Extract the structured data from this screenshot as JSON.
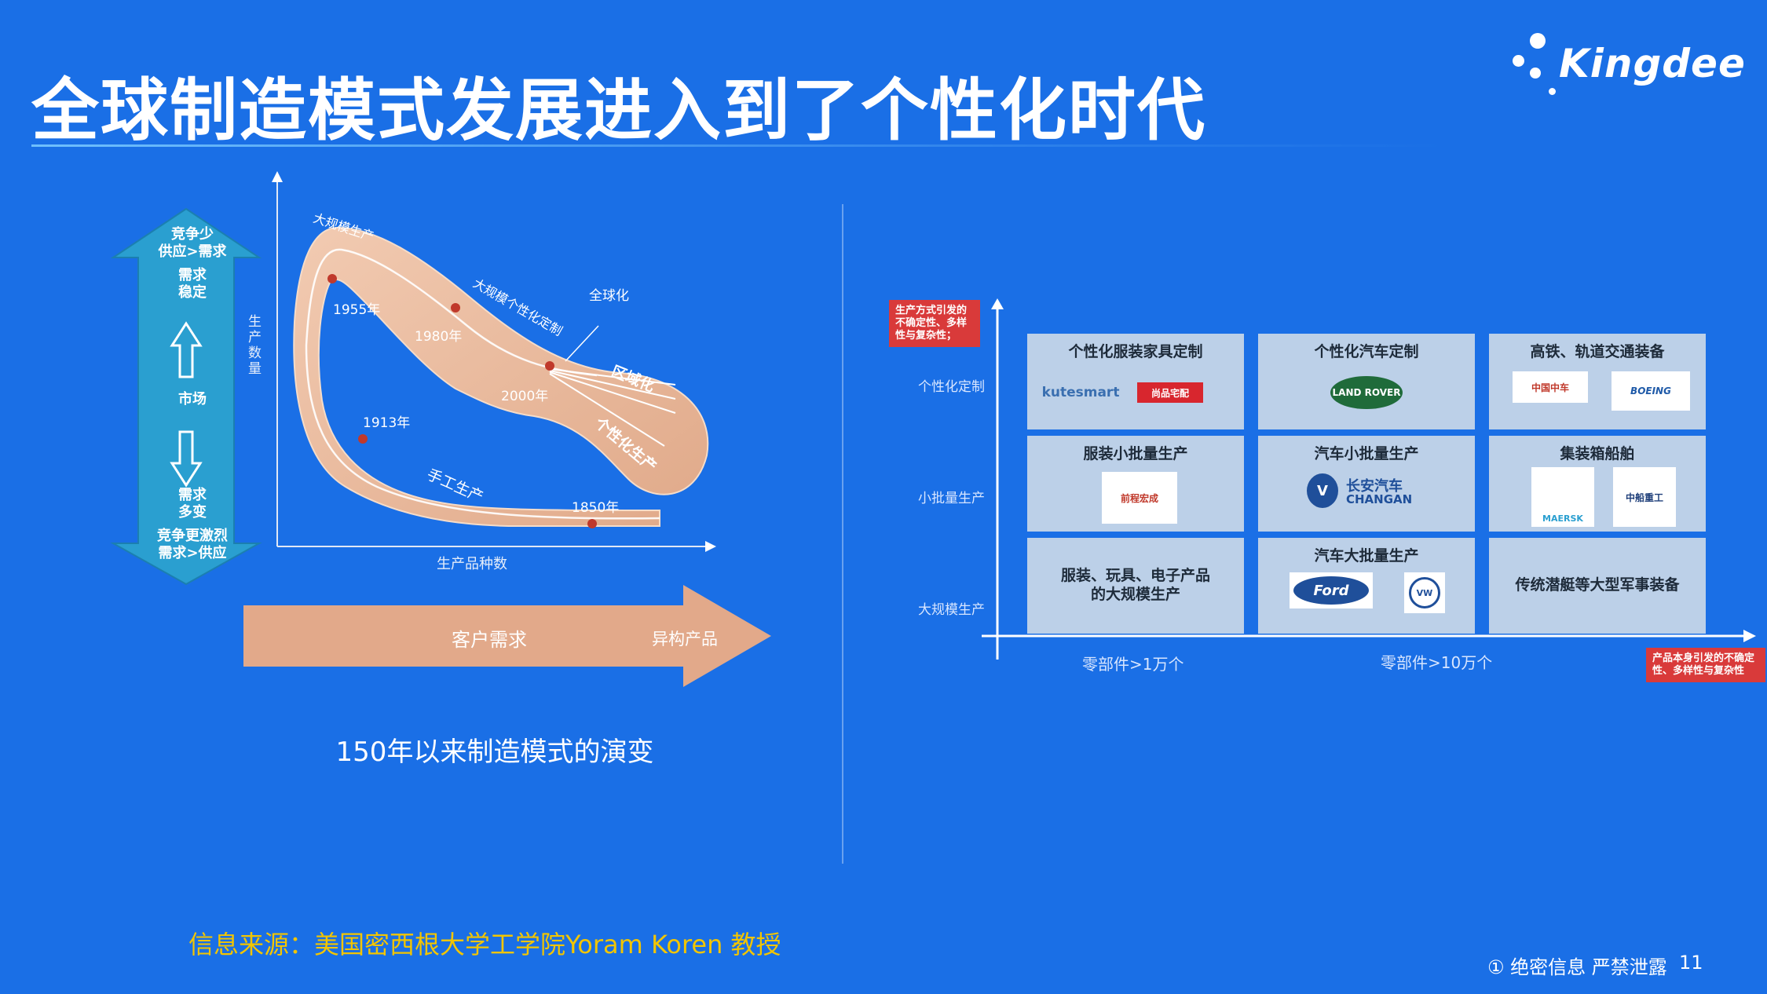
{
  "title": "全球制造模式发展进入到了个性化时代",
  "logo": {
    "text": "Kingdee"
  },
  "left": {
    "market_arrow": {
      "top_label_1": "竞争少",
      "top_label_2": "供应>需求",
      "top_label_3": "需求",
      "top_label_4": "稳定",
      "middle_label": "市场",
      "bottom_label_1": "需求",
      "bottom_label_2": "多变",
      "bottom_label_3": "竞争更激烈",
      "bottom_label_4": "需求>供应"
    },
    "chart": {
      "y_axis_label": "生产数量",
      "x_axis_label": "生产品种数",
      "annotations": {
        "mass": "大规模生产",
        "mass_custom": "大规模个性化定制",
        "global": "全球化",
        "regional": "区域化",
        "personal": "个性化生产",
        "craft": "手工生产"
      },
      "years": {
        "y1955": "1955年",
        "y1980": "1980年",
        "y2000": "2000年",
        "y1913": "1913年",
        "y1850": "1850年"
      }
    },
    "flow_arrow": {
      "left_label": "客户需求",
      "right_label": "异构产品"
    },
    "caption": "150年以来制造模式的演变"
  },
  "right": {
    "note_top": "生产方式引发的不确定性、多样性与复杂性；",
    "note_right": "产品本身引发的不确定性、多样性与复杂性",
    "row_labels": [
      "个性化定制",
      "小批量生产",
      "大规模生产"
    ],
    "x_labels": [
      "零部件>1万个",
      "零部件>10万个"
    ],
    "cells": {
      "r1c1": {
        "title": "个性化服装家具定制",
        "logo_a": "kutesmart",
        "logo_b": "尚品宅配"
      },
      "r1c2": {
        "title": "个性化汽车定制",
        "logo_a": "LAND ROVER"
      },
      "r1c3": {
        "title": "高铁、轨道交通装备",
        "logo_a": "中国中车",
        "logo_b": "BOEING"
      },
      "r2c1": {
        "title": "服装小批量生产",
        "logo_a": "前程宏成"
      },
      "r2c2": {
        "title": "汽车小批量生产",
        "logo_a": "长安汽车",
        "logo_b": "CHANGAN"
      },
      "r2c3": {
        "title": "集装箱船舶",
        "logo_a": "MAERSK",
        "logo_b": "中船重工"
      },
      "r3c1": {
        "text_1": "服装、玩具、电子产品",
        "text_2": "的大规模生产"
      },
      "r3c2": {
        "title": "汽车大批量生产",
        "logo_a": "Ford",
        "logo_b": "VW"
      },
      "r3c3": {
        "text_1": "传统潜艇等大型军事装备"
      }
    }
  },
  "source": "信息来源：美国密西根大学工学院Yoram Koren 教授",
  "footer": {
    "secret": "① 绝密信息 严禁泄露",
    "page": "11"
  },
  "colors": {
    "background": "#1a6fe6",
    "teal_arrow": "#2a9fd0",
    "curve": "#e8b89a",
    "flow_arrow": "#e2a98a",
    "cell": "#bcd0e8",
    "red_note": "#d93a3a",
    "source": "#f2c500"
  }
}
